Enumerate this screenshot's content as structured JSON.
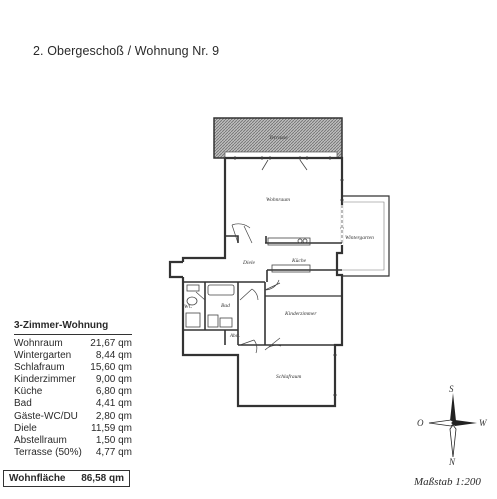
{
  "title": "2. Obergeschoß / Wohnung Nr. 9",
  "rooms": {
    "terrasse": "Terrasse",
    "wohnraum": "Wohnraum",
    "wintergarten": "Wintergarten",
    "diele": "Diele",
    "kueche": "Küche",
    "wc": "WC",
    "bad": "Bad",
    "abst": "Abst.",
    "kinderzimmer": "Kinderzimmer",
    "schlafraum": "Schlafraum"
  },
  "table": {
    "heading": "3-Zimmer-Wohnung",
    "rows": [
      {
        "name": "Wohnraum",
        "area": "21,67 qm"
      },
      {
        "name": "Wintergarten",
        "area": "8,44 qm"
      },
      {
        "name": "Schlafraum",
        "area": "15,60 qm"
      },
      {
        "name": "Kinderzimmer",
        "area": "9,00 qm"
      },
      {
        "name": "Küche",
        "area": "6,80 qm"
      },
      {
        "name": "Bad",
        "area": "4,41 qm"
      },
      {
        "name": "Gäste-WC/DU",
        "area": "2,80 qm"
      },
      {
        "name": "Diele",
        "area": "11,59 qm"
      },
      {
        "name": "Abstellraum",
        "area": "1,50 qm"
      },
      {
        "name": "Terrasse (50%)",
        "area": "4,77 qm"
      }
    ],
    "total_label": "Wohnfläche",
    "total_value": "86,58 qm"
  },
  "compass": {
    "north": "N",
    "south": "S",
    "east": "O",
    "west": "W"
  },
  "scale": "Maßstab 1:200"
}
